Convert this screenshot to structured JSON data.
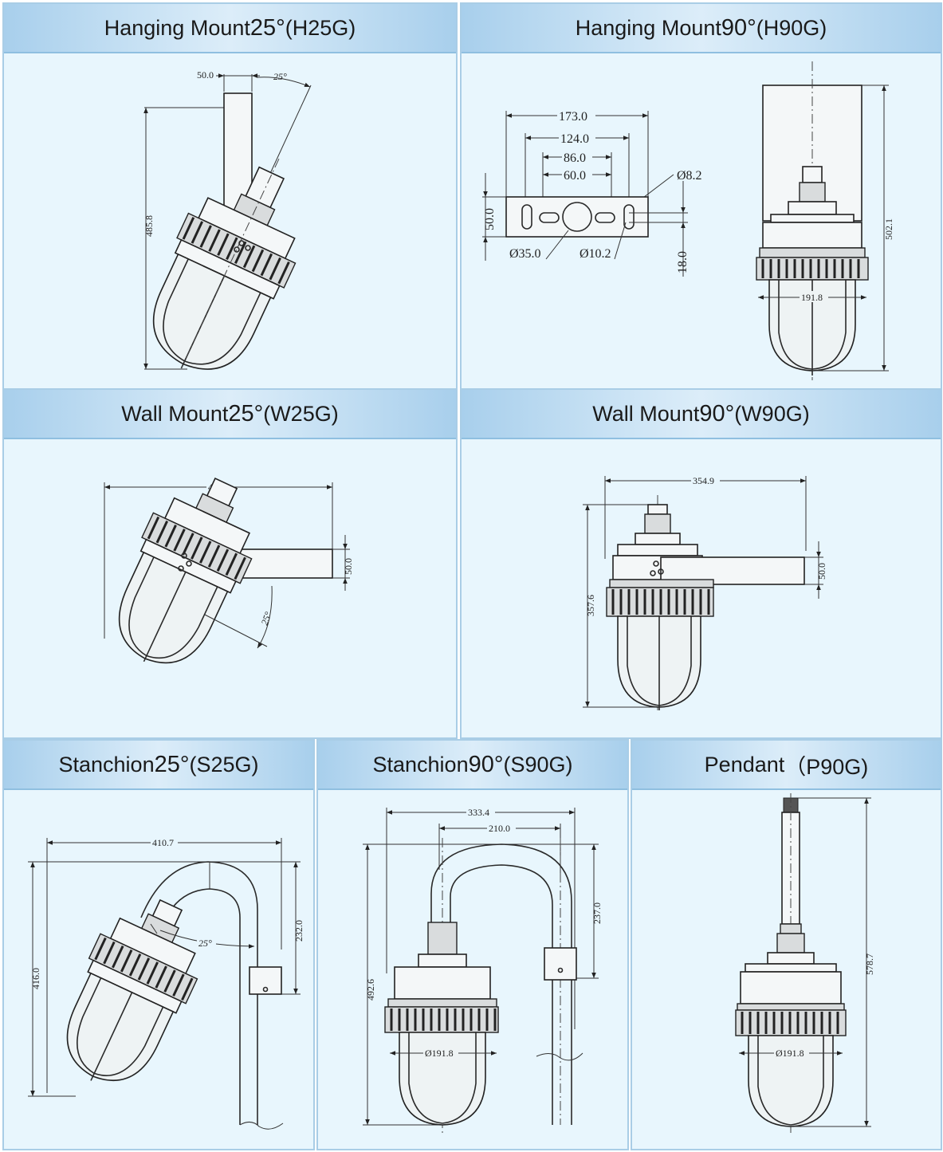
{
  "panels": {
    "h25g": {
      "title_a": "Hanging Mount ",
      "title_num": "25°",
      "title_b": " (H25G)",
      "dims": {
        "pipe": "50.0",
        "angle": "25°",
        "height": "485.8"
      }
    },
    "h90g": {
      "title_a": "Hanging Mount ",
      "title_num": "90°",
      "title_b": " (H90G)",
      "dims": {
        "w173": "173.0",
        "w124": "124.0",
        "w86": "86.0",
        "w60": "60.0",
        "d82": "Ø8.2",
        "h50": "50.0",
        "d35": "Ø35.0",
        "d102": "Ø10.2",
        "h18": "18.0",
        "h502": "502.1",
        "d191": "191.8"
      }
    },
    "w25g": {
      "title_a": "Wall Mount  ",
      "title_num": "25°",
      "title_b": " (W25G)",
      "dims": {
        "width": "401.9",
        "pipe": "50.0",
        "angle": "25°"
      }
    },
    "w90g": {
      "title_a": "Wall Mount  ",
      "title_num": "90°",
      "title_b": " (W90G)",
      "dims": {
        "width": "354.9",
        "height": "357.6",
        "pipe": "50.0"
      }
    },
    "s25g": {
      "title_a": "Stanchion ",
      "title_num": "25°",
      "title_b": " (S25G)",
      "dims": {
        "width": "410.7",
        "height": "416.0",
        "h232": "232.0",
        "angle": "25°"
      }
    },
    "s90g": {
      "title_a": "Stanchion ",
      "title_num": "90°",
      "title_b": " (S90G)",
      "dims": {
        "w333": "333.4",
        "w210": "210.0",
        "h237": "237.0",
        "height": "492.6",
        "dia": "Ø191.8"
      }
    },
    "p90g": {
      "title_a": "Pendant",
      "title_num": "",
      "title_b": "（P90G)",
      "dims": {
        "height": "578.7",
        "dia": "Ø191.8"
      }
    }
  },
  "colors": {
    "panel_bg": "#e8f6fd",
    "header": "#a8cfec",
    "border": "#a9cde6",
    "line": "#2a2a2a"
  }
}
